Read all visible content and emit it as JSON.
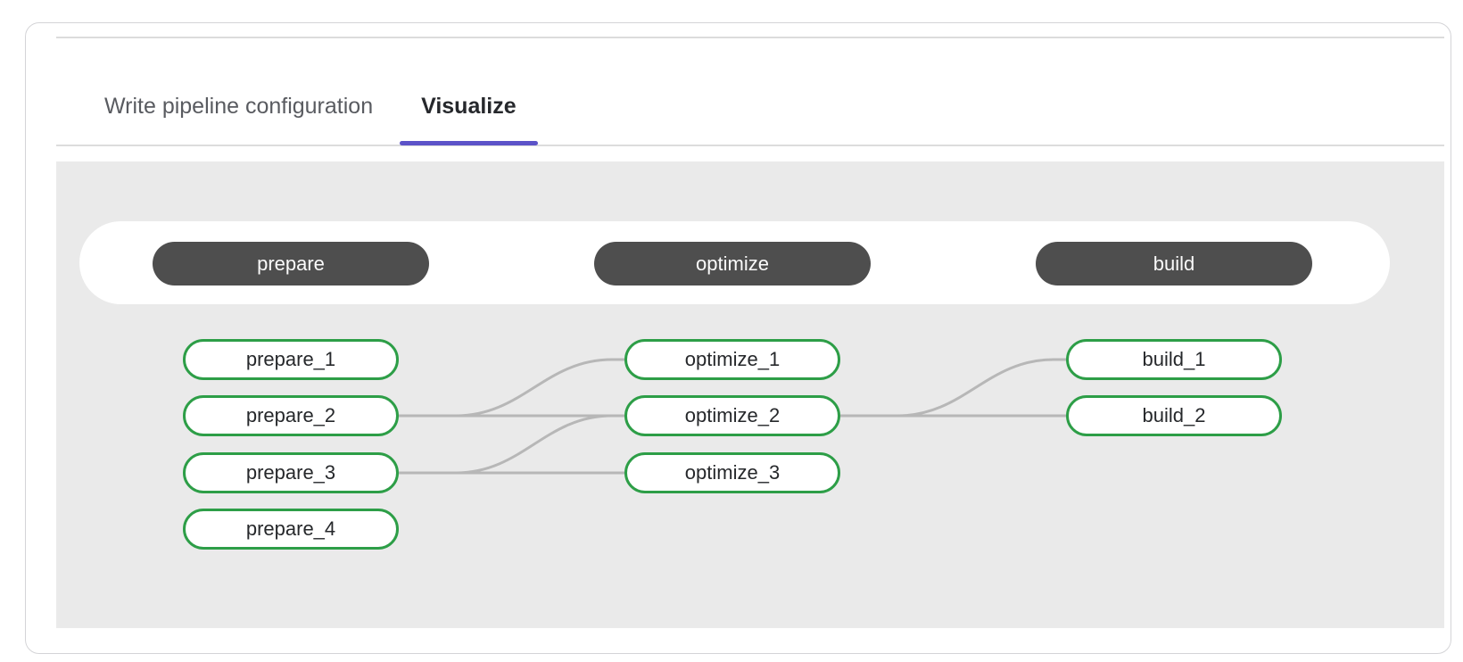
{
  "tabs": [
    {
      "label": "Write pipeline configuration",
      "active": false
    },
    {
      "label": "Visualize",
      "active": true
    }
  ],
  "pipeline": {
    "stages": [
      {
        "name": "prepare",
        "jobs": [
          "prepare_1",
          "prepare_2",
          "prepare_3",
          "prepare_4"
        ]
      },
      {
        "name": "optimize",
        "jobs": [
          "optimize_1",
          "optimize_2",
          "optimize_3"
        ]
      },
      {
        "name": "build",
        "jobs": [
          "build_1",
          "build_2"
        ]
      }
    ],
    "edges": [
      {
        "from": "prepare_2",
        "to": "optimize_1"
      },
      {
        "from": "prepare_2",
        "to": "optimize_2"
      },
      {
        "from": "prepare_3",
        "to": "optimize_2"
      },
      {
        "from": "prepare_3",
        "to": "optimize_3"
      },
      {
        "from": "optimize_2",
        "to": "build_1"
      },
      {
        "from": "optimize_2",
        "to": "build_2"
      }
    ]
  },
  "colors": {
    "tab_indicator": "#5c53c8",
    "job_border": "#2d9e47",
    "stage_pill": "#4e4e4e",
    "edge": "#b7b7b7",
    "panel_bg": "#eaeaea"
  }
}
